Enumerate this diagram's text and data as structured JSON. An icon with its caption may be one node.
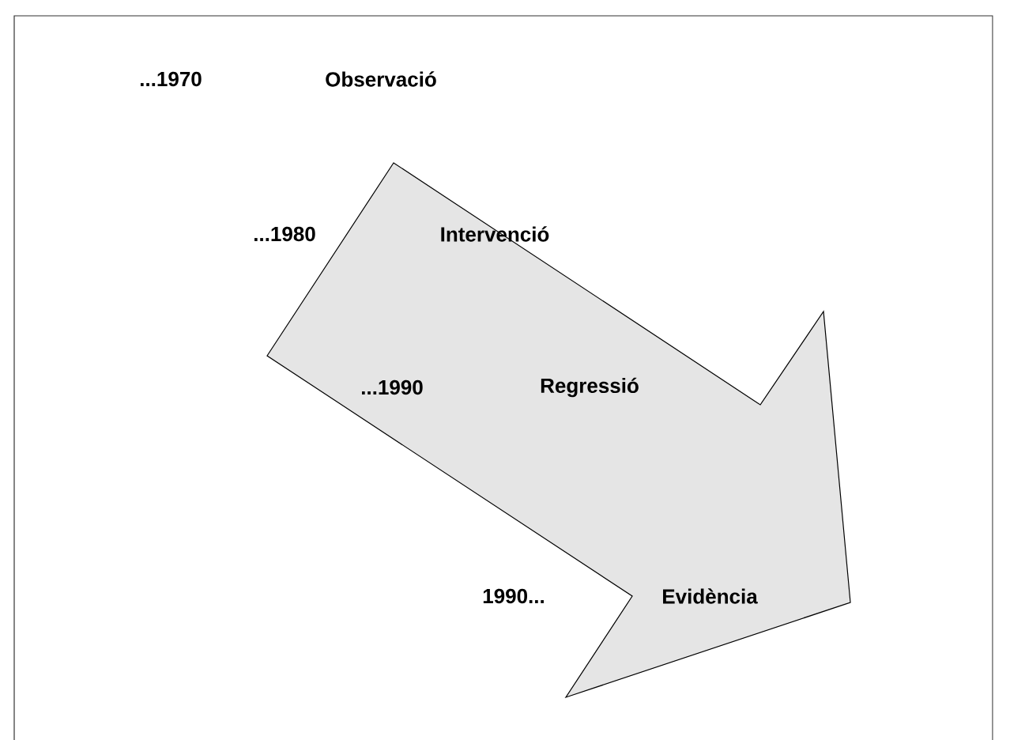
{
  "diagram": {
    "labels": [
      "...1970",
      "Observació",
      "...1980",
      "Intervenció",
      "...1990",
      "Regressió",
      "1990...",
      "Evidència"
    ]
  }
}
